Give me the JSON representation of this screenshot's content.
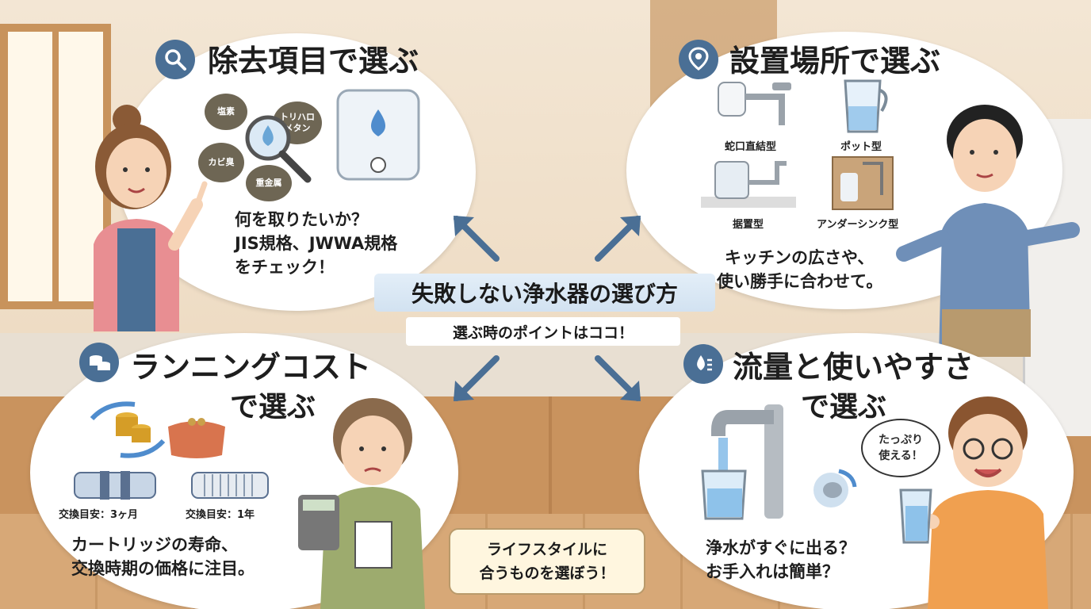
{
  "main_title": "失敗しない浄水器の選び方",
  "subtitle": "選ぶ時のポイントはココ！",
  "note": {
    "line1": "ライフスタイルに",
    "line2": "合うものを選ぼう！"
  },
  "sections": {
    "removal": {
      "title": "除去項目で選ぶ",
      "icon": "search-icon",
      "substances": [
        "塩素",
        "トリハロ\nメタン",
        "カビ臭",
        "重金属"
      ],
      "caption_lines": [
        "何を取りたいか？",
        "JIS規格、JWWA規格",
        "をチェック！"
      ]
    },
    "location": {
      "title": "設置場所で選ぶ",
      "icon": "location-pin-icon",
      "types": [
        "蛇口直結型",
        "ポット型",
        "据置型",
        "アンダーシンク型"
      ],
      "caption_lines": [
        "キッチンの広さや、",
        "使い勝手に合わせて。"
      ]
    },
    "cost": {
      "title_line1": "ランニングコスト",
      "title_line2": "で選ぶ",
      "icon": "coins-icon",
      "cartridges": [
        "交換目安：3ヶ月",
        "交換目安：1年"
      ],
      "caption_lines": [
        "カートリッジの寿命、",
        "交換時期の価格に注目。"
      ]
    },
    "flow": {
      "title_line1": "流量と使いやすさ",
      "title_line2": "で選ぶ",
      "icon": "water-drop-icon",
      "speech_lines": [
        "たっぷり",
        "使える！"
      ],
      "caption_lines": [
        "浄水がすぐに出る？",
        "お手入れは簡単？"
      ]
    }
  },
  "colors": {
    "accent": "#4a6f95",
    "arrow": "#4a6f95",
    "banner": "#d2e2f1"
  }
}
